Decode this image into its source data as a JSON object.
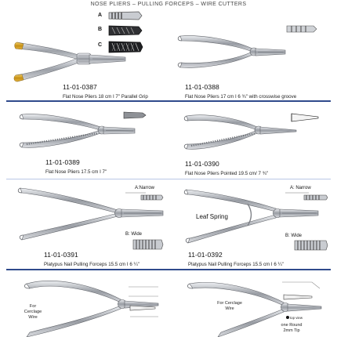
{
  "header": {
    "title": "NOSE PLIERS – PULLING FORCEPS – WIRE CUTTERS"
  },
  "tip_legend": {
    "items": [
      {
        "letter": "A"
      },
      {
        "letter": "B"
      },
      {
        "letter": "C"
      }
    ]
  },
  "products": [
    {
      "code": "11-01-0387",
      "description": "Flat Nose Pliers 18 cm I 7\" Parallel Grip"
    },
    {
      "code": "11-01-0388",
      "description": "Flat Nose Pliers 17 cm I 6 ¾\" with crosswise groove"
    },
    {
      "code": "11-01-0389",
      "description": "Flat Nose Pliers 17.5 cm I 7\""
    },
    {
      "code": "11-01-0390",
      "description": "Flat Nose Pliers Pointed 19.5 cm/ 7 ¾\""
    },
    {
      "code": "11-01-0391",
      "description": "Platypus Nail Pulling Forceps 15.5 cm I 6 ¼\"",
      "labels": {
        "narrow": "A:Narrow",
        "wide": "B: Wide"
      }
    },
    {
      "code": "11-01-0392",
      "description": "Platypus Nail Pulling Forceps 15.5 cm I 6 ¼\"",
      "labels": {
        "narrow": "A: Narrow",
        "wide": "B: Wide",
        "feature": "Leaf Spring"
      }
    },
    {
      "labels": {
        "use": "For Cerclage Wire"
      }
    },
    {
      "labels": {
        "use": "For Cerclage Wire",
        "tip": "one Round 2mm Tip",
        "view": "top view"
      }
    }
  ],
  "colors": {
    "divider": "#2f4a8c",
    "gold": "#c9961e",
    "steel": "#8e9196"
  }
}
